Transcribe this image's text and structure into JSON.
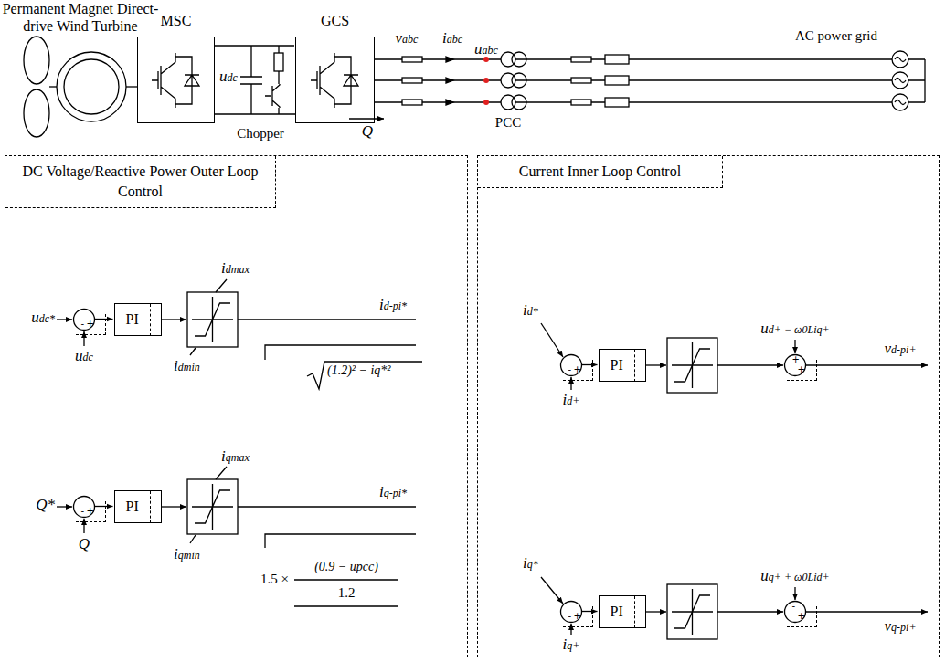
{
  "diagram": {
    "nodes": [
      {
        "text": [
          "MSC"
        ]
      },
      {
        "text": [
          "GCS"
        ]
      },
      {
        "text": [
          "DC Voltage/Reactive Power Outer Loop Control"
        ]
      },
      {
        "text": [
          "+",
          "-"
        ],
        "in": 2
      },
      {
        "text": [
          "PI"
        ],
        "in": 2
      },
      {
        "text": [
          "+",
          "-"
        ],
        "in": 2
      },
      {
        "text": [
          "PI"
        ],
        "in": 2
      },
      {
        "text": [
          "Current Inner Loop Control"
        ]
      },
      {
        "text": [
          "+",
          "-"
        ],
        "in": 7
      },
      {
        "text": [
          "PI"
        ],
        "in": 7
      },
      {
        "text": [
          "+",
          "+"
        ],
        "in": 7
      },
      {
        "text": [
          "+",
          "-"
        ],
        "in": 7
      },
      {
        "text": [
          "PI"
        ],
        "in": 7
      },
      {
        "text": [
          "+",
          "-"
        ],
        "in": 7
      }
    ],
    "edges": [
      {
        "from": 0,
        "to": 1,
        "arrow": "none"
      },
      {
        "from": 3,
        "to": 4,
        "arrow": "to"
      },
      {
        "from": 5,
        "to": 6,
        "arrow": "to"
      },
      {
        "from": 8,
        "to": 9,
        "arrow": "to"
      },
      {
        "from": 11,
        "to": 12,
        "arrow": "to"
      }
    ],
    "labels": [
      "Permanent Magnet Direct-drive Wind Turbine",
      "Chopper",
      "udc",
      "vabc",
      "iabc",
      "uabc",
      "Q",
      "PCC",
      "AC power grid",
      "udc*",
      "udc",
      "idmax",
      "idmin",
      "id-pi*",
      "(1.2)² − iq*²",
      "Q*",
      "Q",
      "iqmax",
      "iqmin",
      "iq-pi*",
      "1.5 ×",
      "(0.9 − upcc)",
      "1.2",
      "id*",
      "id+",
      "ud+ − ω0Liq+",
      "vd-pi+",
      "iq*",
      "iq+",
      "uq+ + ω0Lid+",
      "vq-pi+"
    ]
  }
}
